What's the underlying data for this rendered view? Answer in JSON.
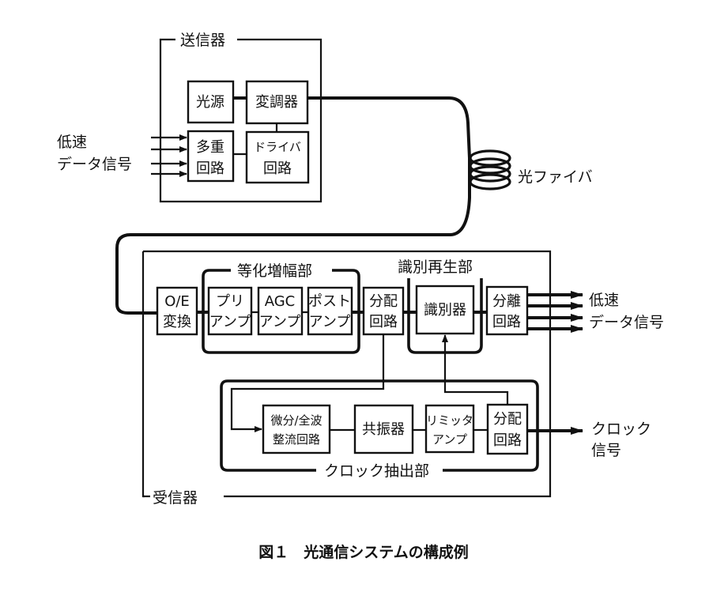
{
  "figure": {
    "caption": "図１　光通信システムの構成例"
  },
  "transmitter": {
    "title": "送信器",
    "input_label_line1": "低速",
    "input_label_line2": "データ信号",
    "blocks": {
      "light_source": [
        "光源"
      ],
      "modulator": [
        "変調器"
      ],
      "multiplexer": [
        "多重",
        "回路"
      ],
      "driver": [
        "ドライバ",
        "回路"
      ]
    }
  },
  "fiber": {
    "label": "光ファイバ"
  },
  "receiver": {
    "title": "受信器",
    "equalizer_group": "等化増幅部",
    "regenerator_group": "識別再生部",
    "clock_group": "クロック抽出部",
    "blocks": {
      "oe_converter": [
        "O/E",
        "変換"
      ],
      "preamp": [
        "プリ",
        "アンプ"
      ],
      "agc_amp": [
        "AGC",
        "アンプ"
      ],
      "post_amp": [
        "ポスト",
        "アンプ"
      ],
      "distributor1": [
        "分配",
        "回路"
      ],
      "discriminator": [
        "識別器"
      ],
      "demultiplexer": [
        "分離",
        "回路"
      ],
      "rectifier": [
        "微分/全波",
        "整流回路"
      ],
      "resonator": [
        "共振器"
      ],
      "limiter_amp": [
        "リミッタ",
        "アンプ"
      ],
      "distributor2": [
        "分配",
        "回路"
      ]
    },
    "output_label_line1": "低速",
    "output_label_line2": "データ信号",
    "clock_label_line1": "クロック",
    "clock_label_line2": "信号"
  }
}
